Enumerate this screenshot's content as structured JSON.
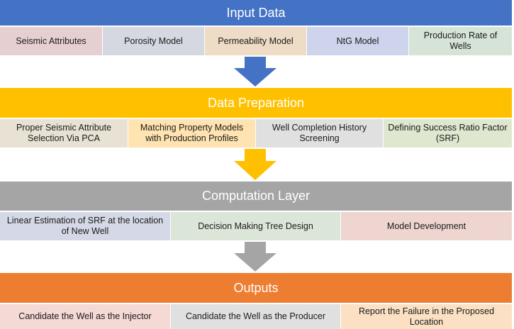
{
  "layers": [
    {
      "title": "Input Data",
      "header_color": "#4472c4",
      "items": [
        {
          "label": "Seismic Attributes",
          "color": "#e6cfd0"
        },
        {
          "label": "Porosity Model",
          "color": "#d5d8e0"
        },
        {
          "label": "Permeability Model",
          "color": "#eedcc6"
        },
        {
          "label": "NtG Model",
          "color": "#cdd4ec"
        },
        {
          "label": "Production Rate of Wells",
          "color": "#d6e4d8"
        }
      ]
    },
    {
      "title": "Data Preparation",
      "header_color": "#ffc000",
      "items": [
        {
          "label": "Proper Seismic Attribute Selection Via PCA",
          "color": "#e7e2d3"
        },
        {
          "label": "Matching Property Models with Production Profiles",
          "color": "#ffe3b0"
        },
        {
          "label": "Well Completion History Screening",
          "color": "#e0e0e0"
        },
        {
          "label": "Defining Success Ratio Factor (SRF)",
          "color": "#dfe8cf"
        }
      ]
    },
    {
      "title": "Computation Layer",
      "header_color": "#a5a5a5",
      "items": [
        {
          "label": "Linear Estimation of SRF at the location of New Well",
          "color": "#d5d8e6"
        },
        {
          "label": "Decision Making Tree Design",
          "color": "#dce6d8"
        },
        {
          "label": "Model Development",
          "color": "#eed5d0"
        }
      ]
    },
    {
      "title": "Outputs",
      "header_color": "#ed7d31",
      "items": [
        {
          "label": "Candidate the Well as the Injector",
          "color": "#f4d9d4"
        },
        {
          "label": "Candidate the Well as the Producer",
          "color": "#e0e0e0"
        },
        {
          "label": "Report the Failure in the Proposed Location",
          "color": "#fbe0c4"
        }
      ]
    }
  ],
  "arrows": [
    {
      "color": "#4472c4"
    },
    {
      "color": "#ffc000"
    },
    {
      "color": "#a5a5a5"
    }
  ]
}
